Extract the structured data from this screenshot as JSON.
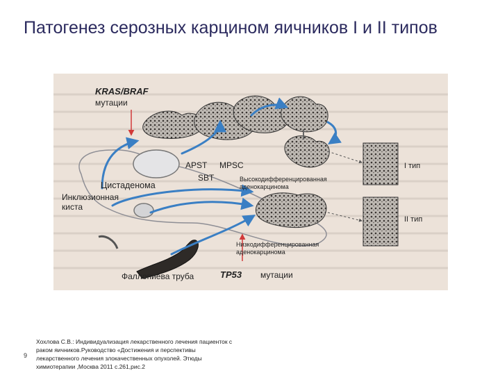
{
  "slide": {
    "title": "Патогенез серозных карцином яичников I и II типов",
    "page_number": "9",
    "citation": [
      "Хохлова С.В.: Индивидуализация лекарственного лечения пациенток с",
      "раком яичников.Руководство «Достижения и перспективы",
      "лекарственного лечения злокачественных опухолей. Этюды",
      "химиотерапии ,Москва 2011 с.261,рис.2"
    ]
  },
  "diagram": {
    "kras_braf": "KRAS/BRAF",
    "mutations_top": "мутации",
    "cystadenoma": "Цистаденома",
    "apst": "APST",
    "mpsc": "MPSC",
    "sbt": "SBT",
    "well_diff_1": "Высокодифференцированная",
    "well_diff_2": "аденокарцинома",
    "type1": "I тип",
    "inclusion_1": "Инклюзионная",
    "inclusion_2": "киста",
    "type2": "II тип",
    "poor_diff_1": "Низкодифференцированная",
    "poor_diff_2": "аденокарцинома",
    "fallopian": "Фаллопиева труба",
    "tp53": "TP53",
    "mutations_bottom": "мутации",
    "colors": {
      "red_label": "#d8263a",
      "arrow_blue": "#3a7fc4",
      "red_arrow": "#d23a3a",
      "photo_bg": "#ece2d9"
    }
  }
}
